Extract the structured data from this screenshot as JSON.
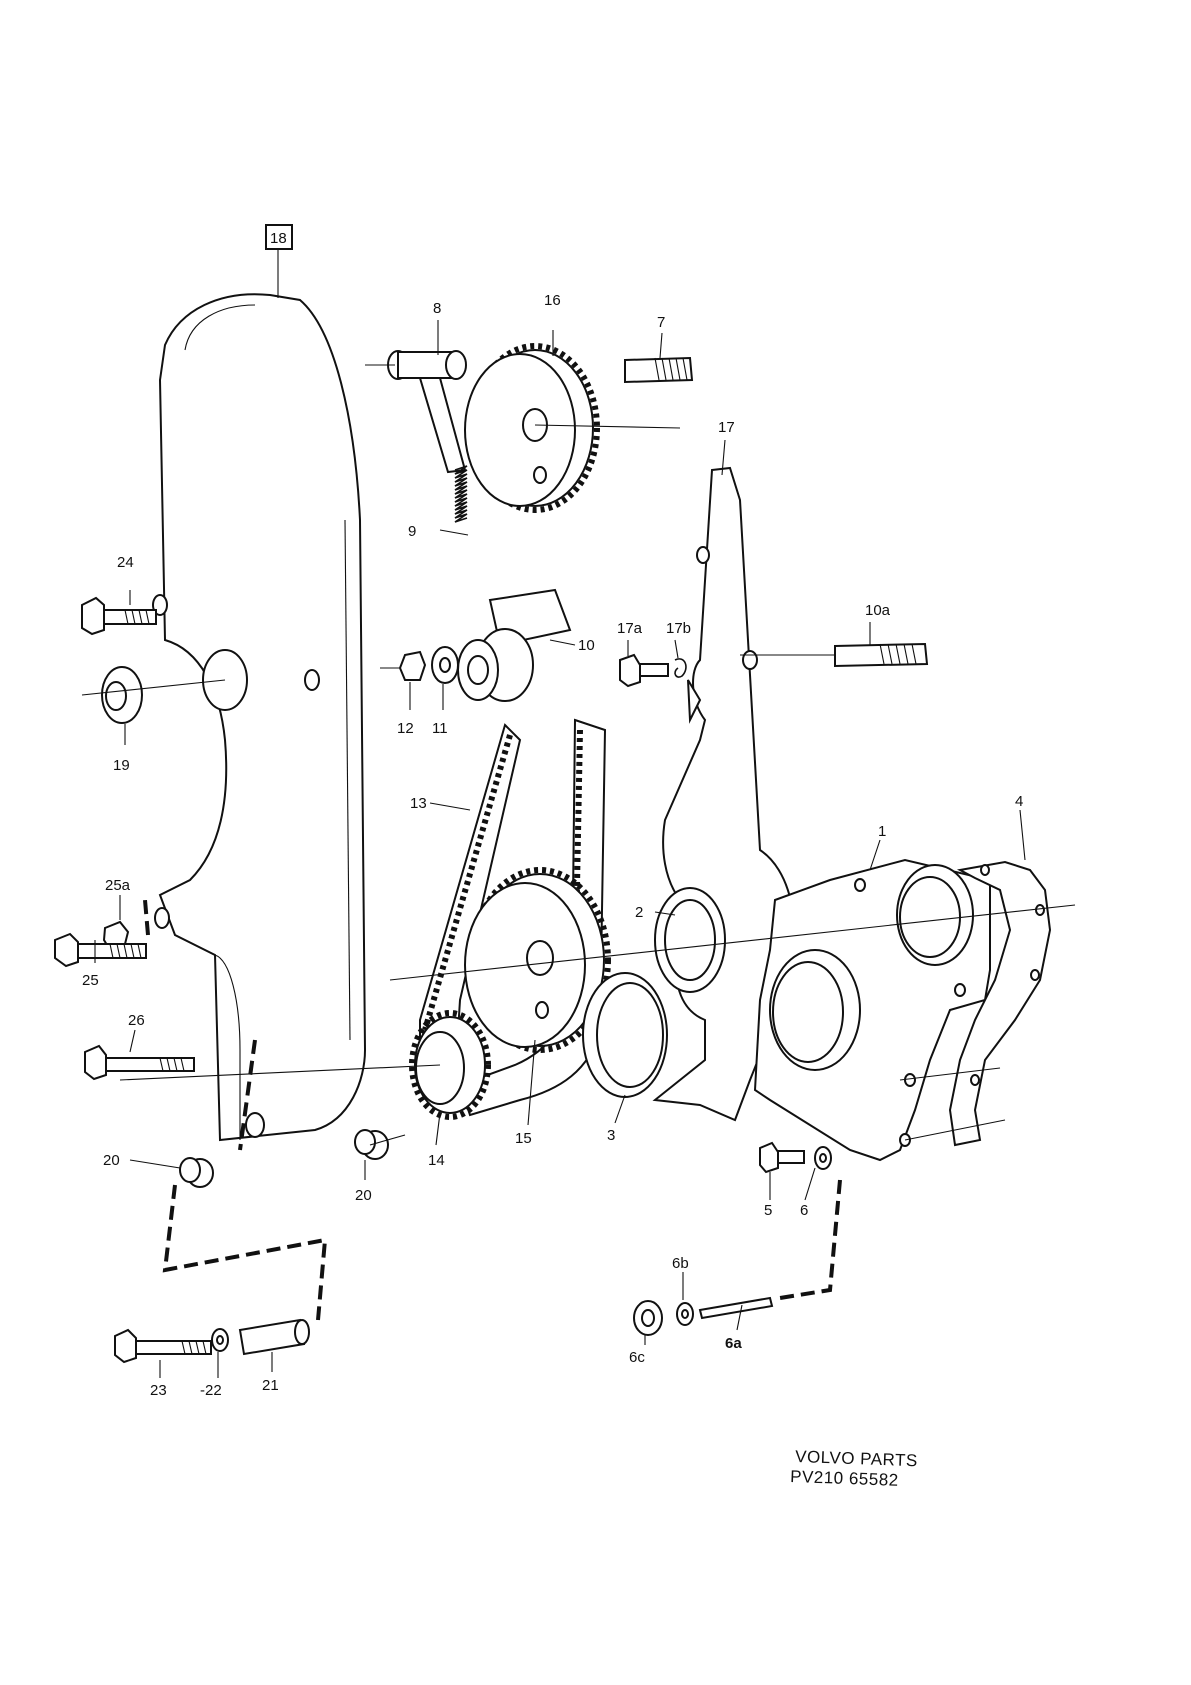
{
  "callouts": {
    "c18": "18",
    "c8": "8",
    "c16": "16",
    "c7": "7",
    "c17": "17",
    "c9": "9",
    "c24": "24",
    "c10a": "10a",
    "c17a": "17a",
    "c17b": "17b",
    "c10": "10",
    "c12": "12",
    "c11": "11",
    "c19": "19",
    "c13": "13",
    "c1": "1",
    "c4": "4",
    "c25a": "25a",
    "c2": "2",
    "c25": "25",
    "c26": "26",
    "c3": "3",
    "c14": "14",
    "c15": "15",
    "c20a": "20",
    "c20b": "20",
    "c5": "5",
    "c6": "6",
    "c6b": "6b",
    "c6a": "6a",
    "c6c": "6c",
    "c23": "23",
    "c22": "-22",
    "c21": "21"
  },
  "footer": {
    "line1": "VOLVO PARTS",
    "line2": "PV210 65582"
  }
}
